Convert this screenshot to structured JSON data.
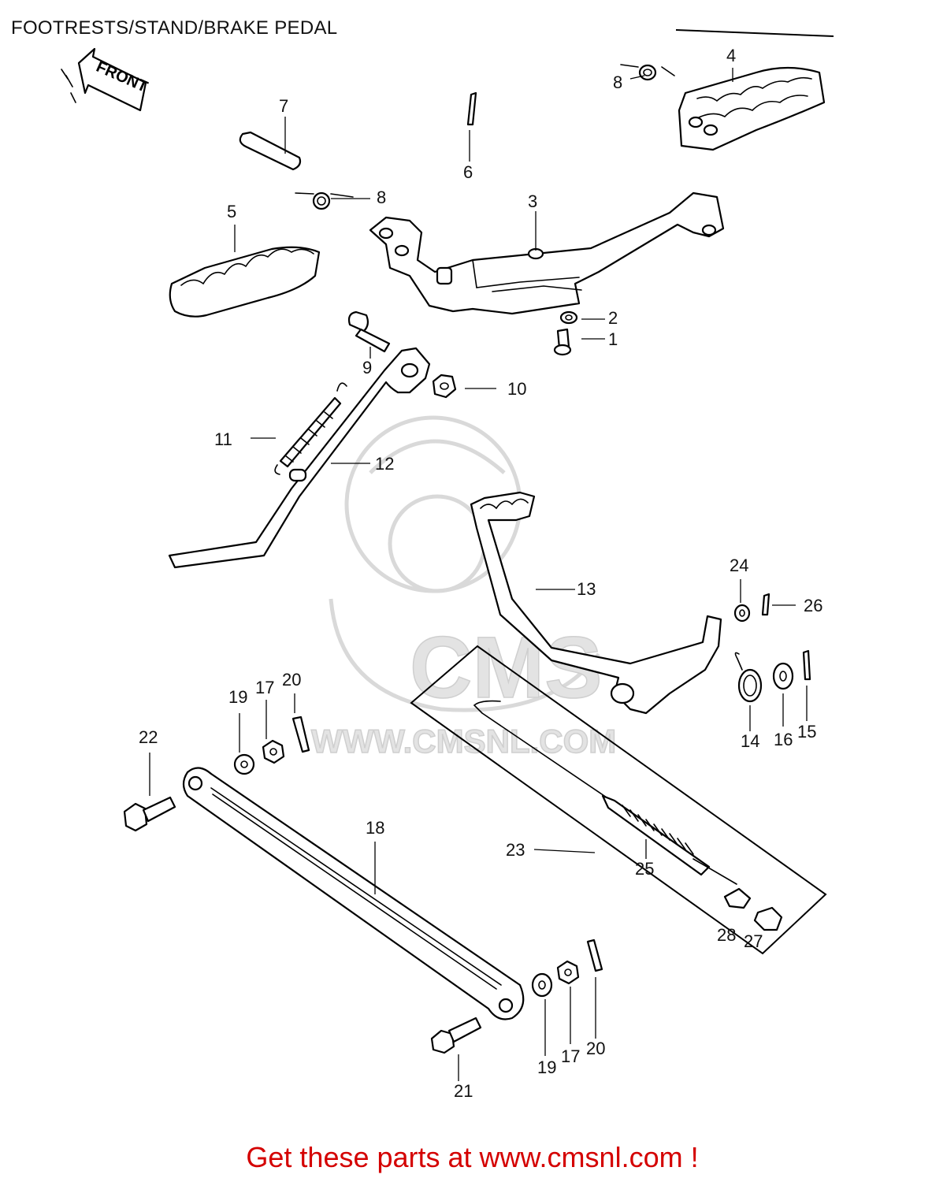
{
  "title": "FOOTRESTS/STAND/BRAKE PEDAL",
  "front_marker": "FRONT",
  "watermark": {
    "logo_text": "CMS",
    "url_text": "WWW.CMSNL.COM"
  },
  "callouts": [
    {
      "id": "l1",
      "text": "1"
    },
    {
      "id": "l2",
      "text": "2"
    },
    {
      "id": "l3",
      "text": "3"
    },
    {
      "id": "l4",
      "text": "4"
    },
    {
      "id": "l5",
      "text": "5"
    },
    {
      "id": "l6",
      "text": "6"
    },
    {
      "id": "l7",
      "text": "7"
    },
    {
      "id": "l8a",
      "text": "8"
    },
    {
      "id": "l8b",
      "text": "8"
    },
    {
      "id": "l9",
      "text": "9"
    },
    {
      "id": "l10",
      "text": "10"
    },
    {
      "id": "l11",
      "text": "11"
    },
    {
      "id": "l12",
      "text": "12"
    },
    {
      "id": "l13",
      "text": "13"
    },
    {
      "id": "l14",
      "text": "14"
    },
    {
      "id": "l15",
      "text": "15"
    },
    {
      "id": "l16",
      "text": "16"
    },
    {
      "id": "l17a",
      "text": "17"
    },
    {
      "id": "l17b",
      "text": "17"
    },
    {
      "id": "l18",
      "text": "18"
    },
    {
      "id": "l19a",
      "text": "19"
    },
    {
      "id": "l19b",
      "text": "19"
    },
    {
      "id": "l20a",
      "text": "20"
    },
    {
      "id": "l20b",
      "text": "20"
    },
    {
      "id": "l21",
      "text": "21"
    },
    {
      "id": "l22",
      "text": "22"
    },
    {
      "id": "l23",
      "text": "23"
    },
    {
      "id": "l24",
      "text": "24"
    },
    {
      "id": "l25",
      "text": "25"
    },
    {
      "id": "l26",
      "text": "26"
    },
    {
      "id": "l27",
      "text": "27"
    },
    {
      "id": "l28",
      "text": "28"
    }
  ],
  "footer": {
    "text": "Get these parts at www.cmsnl.com !",
    "color": "#d40000"
  }
}
